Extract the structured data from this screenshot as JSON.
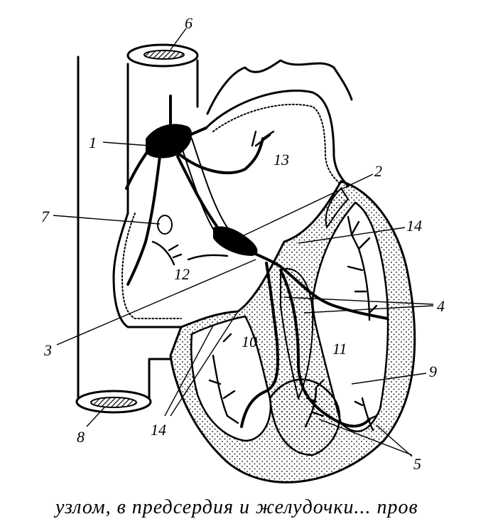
{
  "labels": {
    "l1": "1",
    "l2": "2",
    "l3": "3",
    "l4": "4",
    "l5": "5",
    "l6": "6",
    "l7": "7",
    "l8": "8",
    "l9": "9",
    "l10": "10",
    "l11": "11",
    "l12": "12",
    "l13": "13",
    "l14a": "14",
    "l14b": "14"
  },
  "caption": "узлом, в предсердия и желудочки... пров"
}
